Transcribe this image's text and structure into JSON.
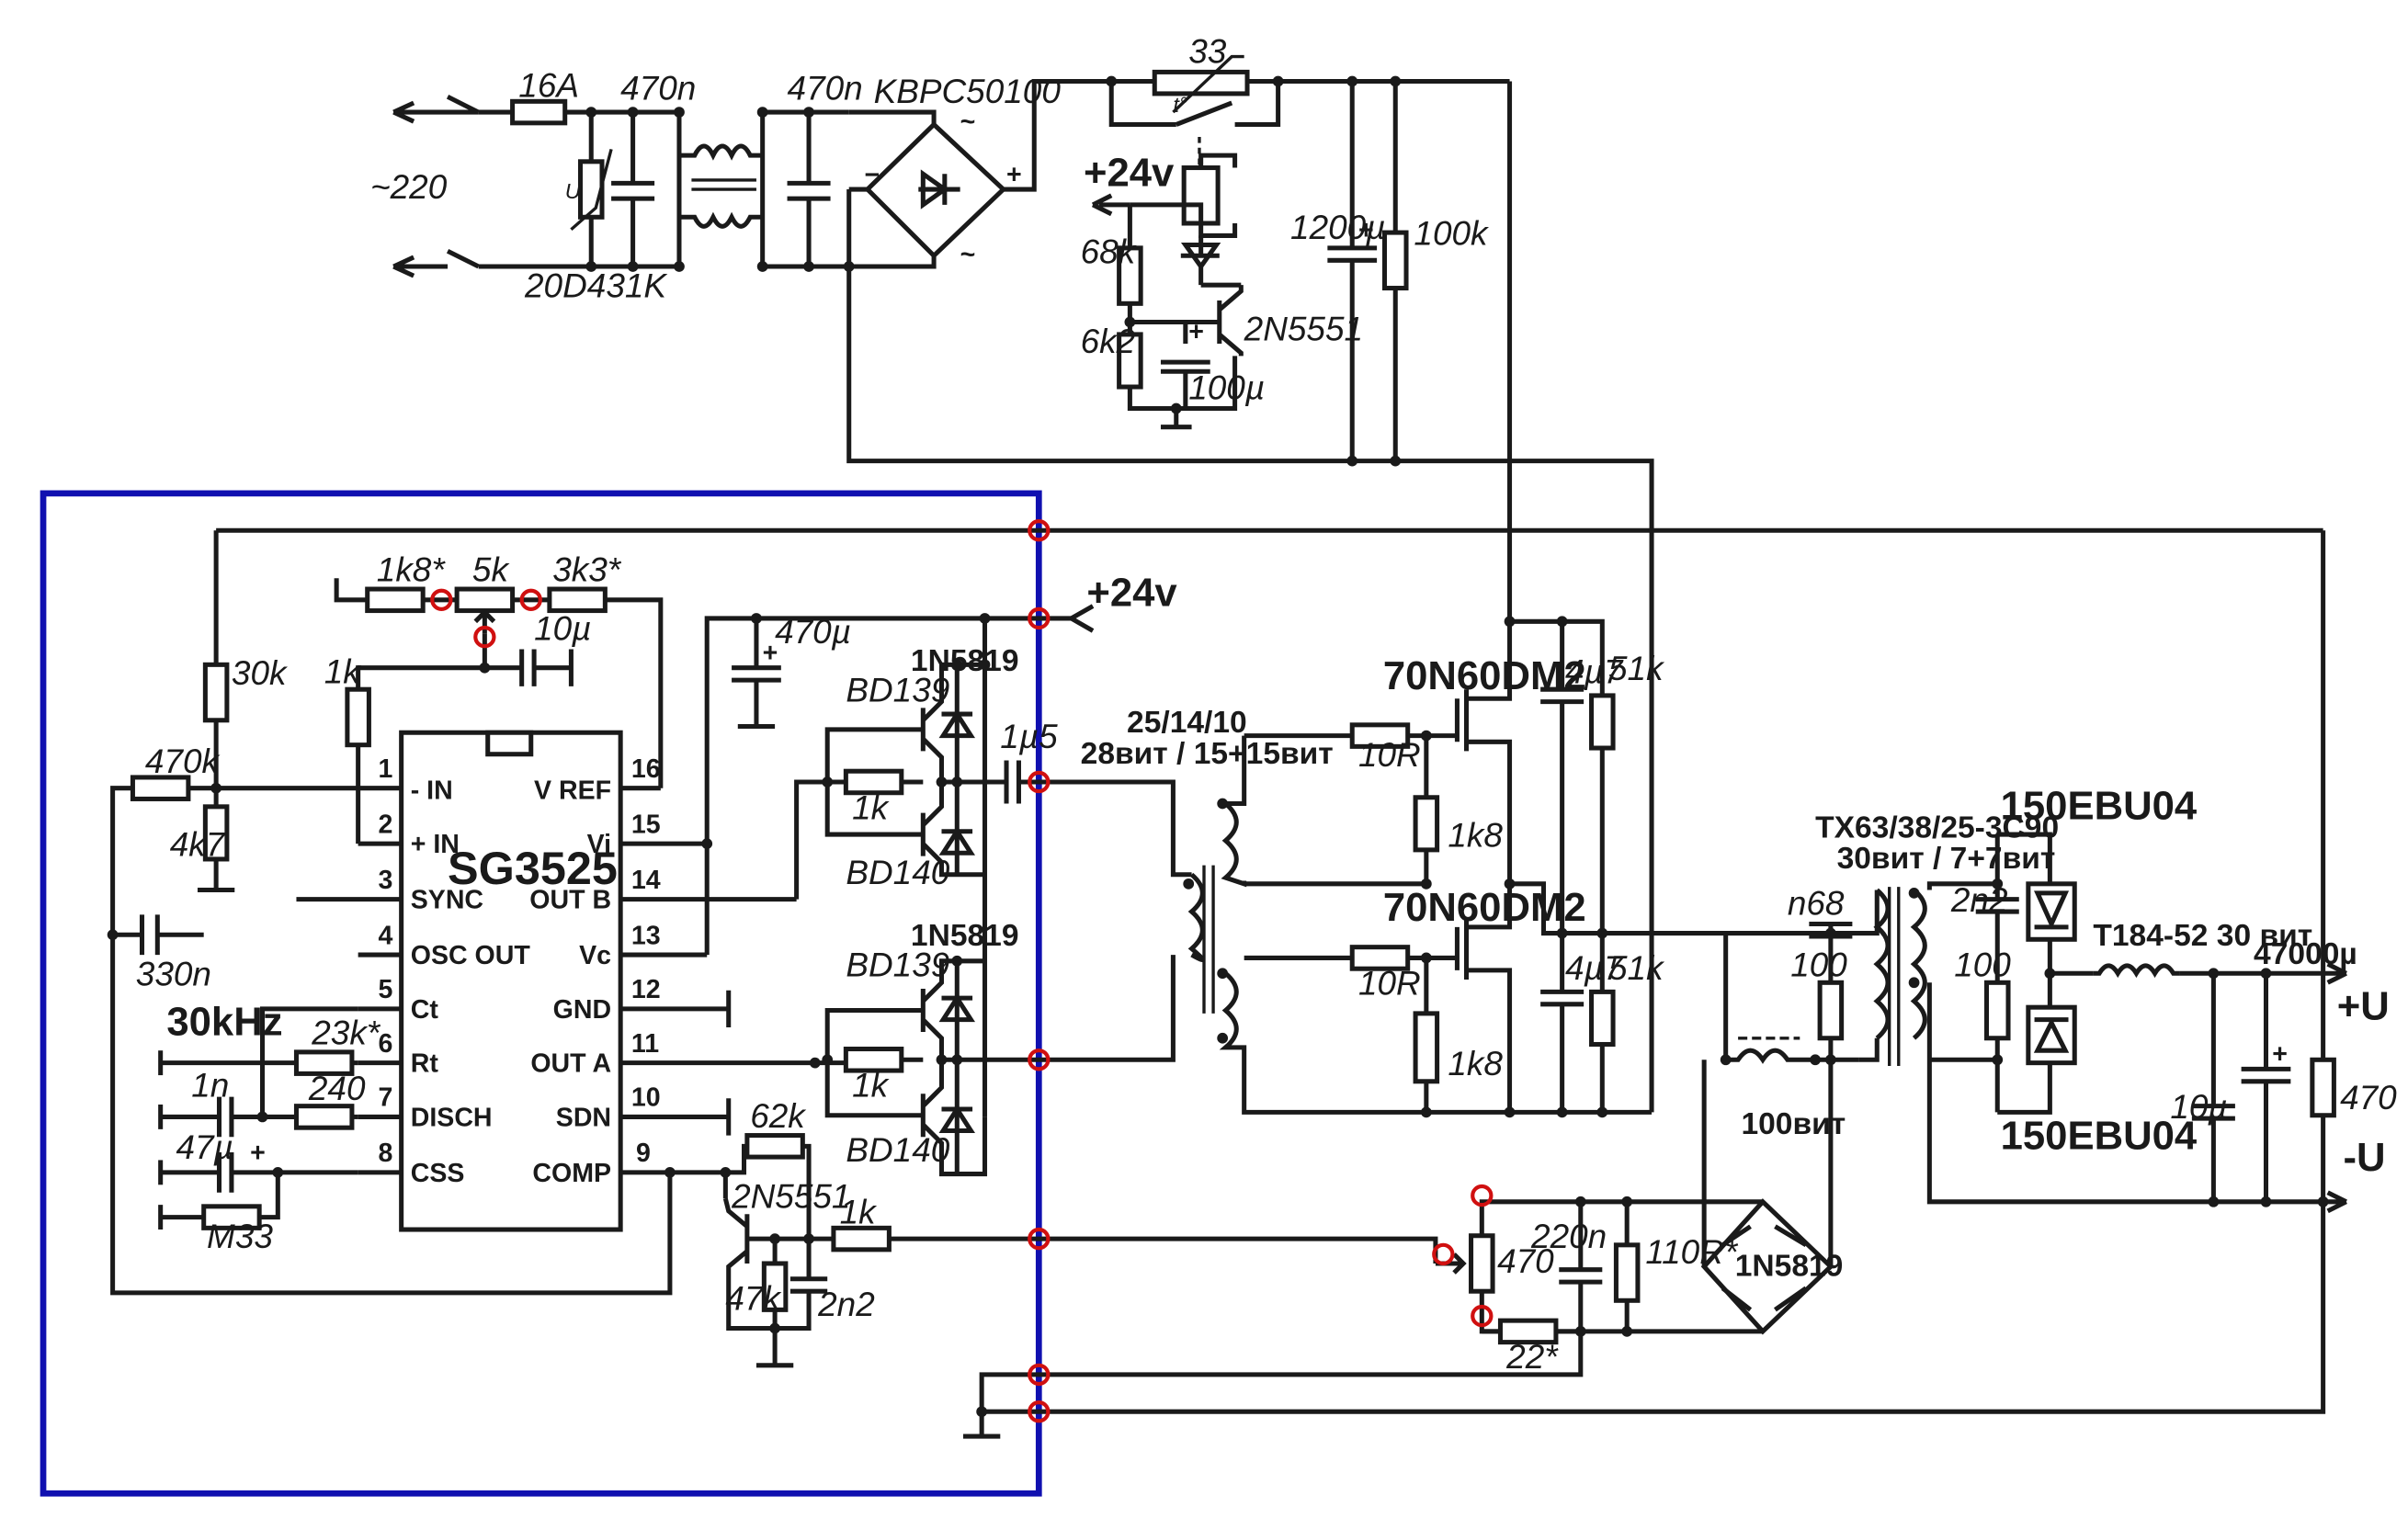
{
  "title": "",
  "mains": {
    "voltage": "~220",
    "fuse": "16A",
    "varistor": "20D431K",
    "cap1": "470n",
    "cap2": "470n",
    "bridge": "KBPC50100",
    "varistor_u": "U"
  },
  "softstart": {
    "ntc": "33",
    "ntc_t": "t°",
    "supply": "+24v",
    "r1": "68k",
    "r2": "6k2",
    "cap": "100µ",
    "transistor": "2N5551",
    "bulk_cap": "1200µ",
    "bleed": "100k"
  },
  "controller": {
    "ic": "SG3525",
    "freq": "30kHz",
    "pins": [
      {
        "num": "1",
        "name": "- IN"
      },
      {
        "num": "2",
        "name": "+ IN"
      },
      {
        "num": "3",
        "name": "SYNC"
      },
      {
        "num": "4",
        "name": "OSC OUT"
      },
      {
        "num": "5",
        "name": "Ct"
      },
      {
        "num": "6",
        "name": "Rt"
      },
      {
        "num": "7",
        "name": "DISCH"
      },
      {
        "num": "8",
        "name": "CSS"
      },
      {
        "num": "16",
        "name": "V REF"
      },
      {
        "num": "15",
        "name": "Vi"
      },
      {
        "num": "14",
        "name": "OUT B"
      },
      {
        "num": "13",
        "name": "Vc"
      },
      {
        "num": "12",
        "name": "GND"
      },
      {
        "num": "11",
        "name": "OUT A"
      },
      {
        "num": "10",
        "name": "SDN"
      },
      {
        "num": "9",
        "name": "COMP"
      }
    ],
    "r_top1": "1k8*",
    "pot": "5k",
    "r_top2": "3k3*",
    "c_ref": "10µ",
    "r_1k": "1k",
    "r_30k": "30k",
    "r_470k": "470k",
    "r_4k7": "4k7",
    "c_330n": "330n",
    "rt": "23k*",
    "ct": "1n",
    "r_disch": "240",
    "css": "47µ",
    "r_m33": "M33",
    "vcc": "+24v",
    "c_470": "470µ",
    "r_62k": "62k",
    "q_fb": "2N5551",
    "r_47k": "47k",
    "c_2n2": "2n2",
    "r_fb": "1k"
  },
  "driver": {
    "diode": "1N5819",
    "npn": "BD139",
    "pnp": "BD140",
    "rb": "1k",
    "coupling_cap": "1µ5",
    "gdt_core": "25/14/10",
    "gdt_turns": "28вит / 15+15вит"
  },
  "power": {
    "mosfet": "70N60DM2",
    "rg": "10R",
    "rgs": "1k8",
    "cap": "4µ7",
    "res": "51k",
    "snub_c": "n68",
    "snub_r": "100",
    "ct_turns": "100вит",
    "ct_bridge": "1N5819",
    "pot": "470",
    "c_220n": "220n",
    "r_110": "110R*",
    "r_22": "22*"
  },
  "output": {
    "transformer": "TX63/38/25-3C90",
    "turns": "30вит / 7+7вит",
    "diode": "150EBU04",
    "snub_c": "2n2",
    "snub_r": "100",
    "choke": "T184-52 30 вит",
    "c_small": "10µ",
    "c_big": "47000µ",
    "load": "470",
    "pos": "+U",
    "neg": "-U"
  }
}
